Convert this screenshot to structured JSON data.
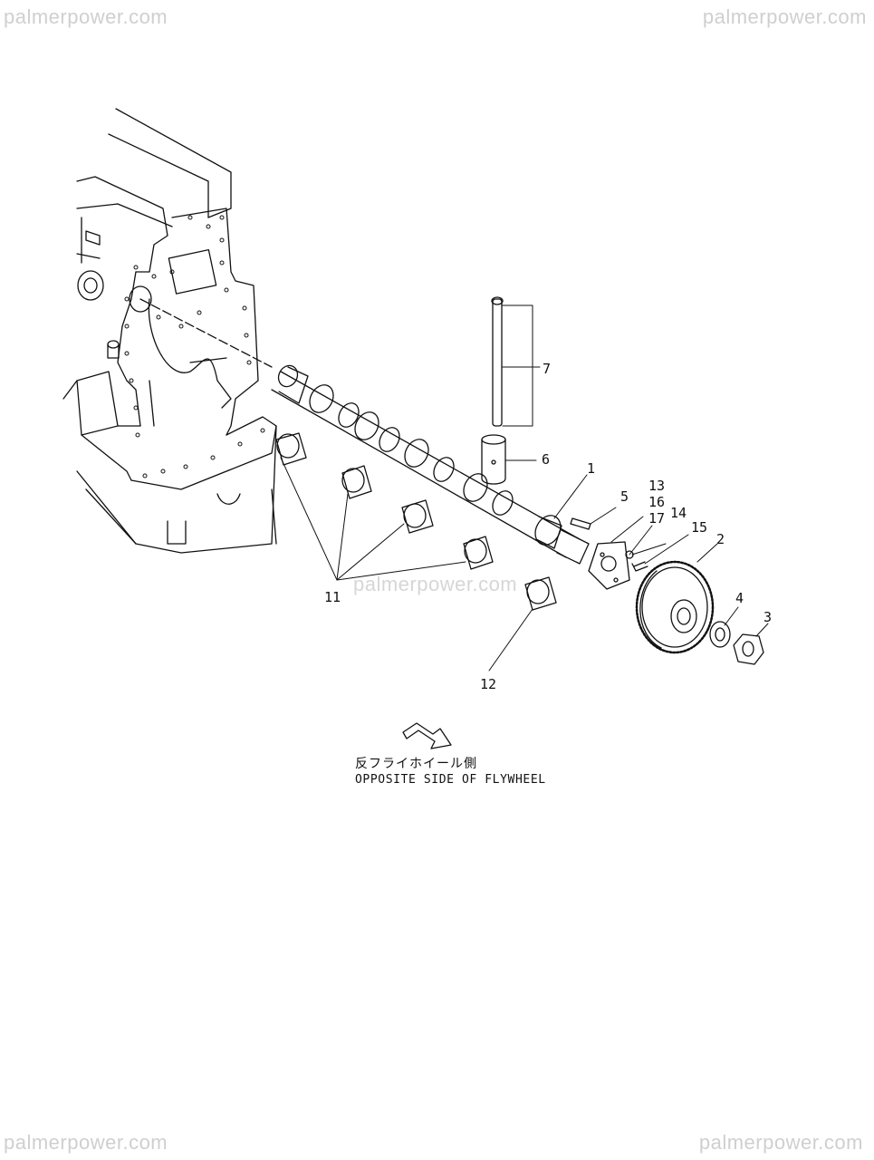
{
  "watermarks": {
    "top_left": "palmerpower.com",
    "top_right": "palmerpower.com",
    "bottom_left": "palmerpower.com",
    "bottom_right": "palmerpower.com",
    "center": "palmerpower.com"
  },
  "callouts": {
    "c1": "1",
    "c2": "2",
    "c3": "3",
    "c4": "4",
    "c5": "5",
    "c6": "6",
    "c7": "7",
    "c11": "11",
    "c12": "12",
    "c13": "13",
    "c14": "14",
    "c15": "15",
    "c16": "16",
    "c17": "17"
  },
  "caption": {
    "japanese": "反フライホイール側",
    "english": "OPPOSITE SIDE OF FLYWHEEL"
  },
  "colors": {
    "line": "#111111",
    "watermark": "#cfcfcf"
  },
  "icons": {
    "direction": "arrow-right-down-icon"
  }
}
